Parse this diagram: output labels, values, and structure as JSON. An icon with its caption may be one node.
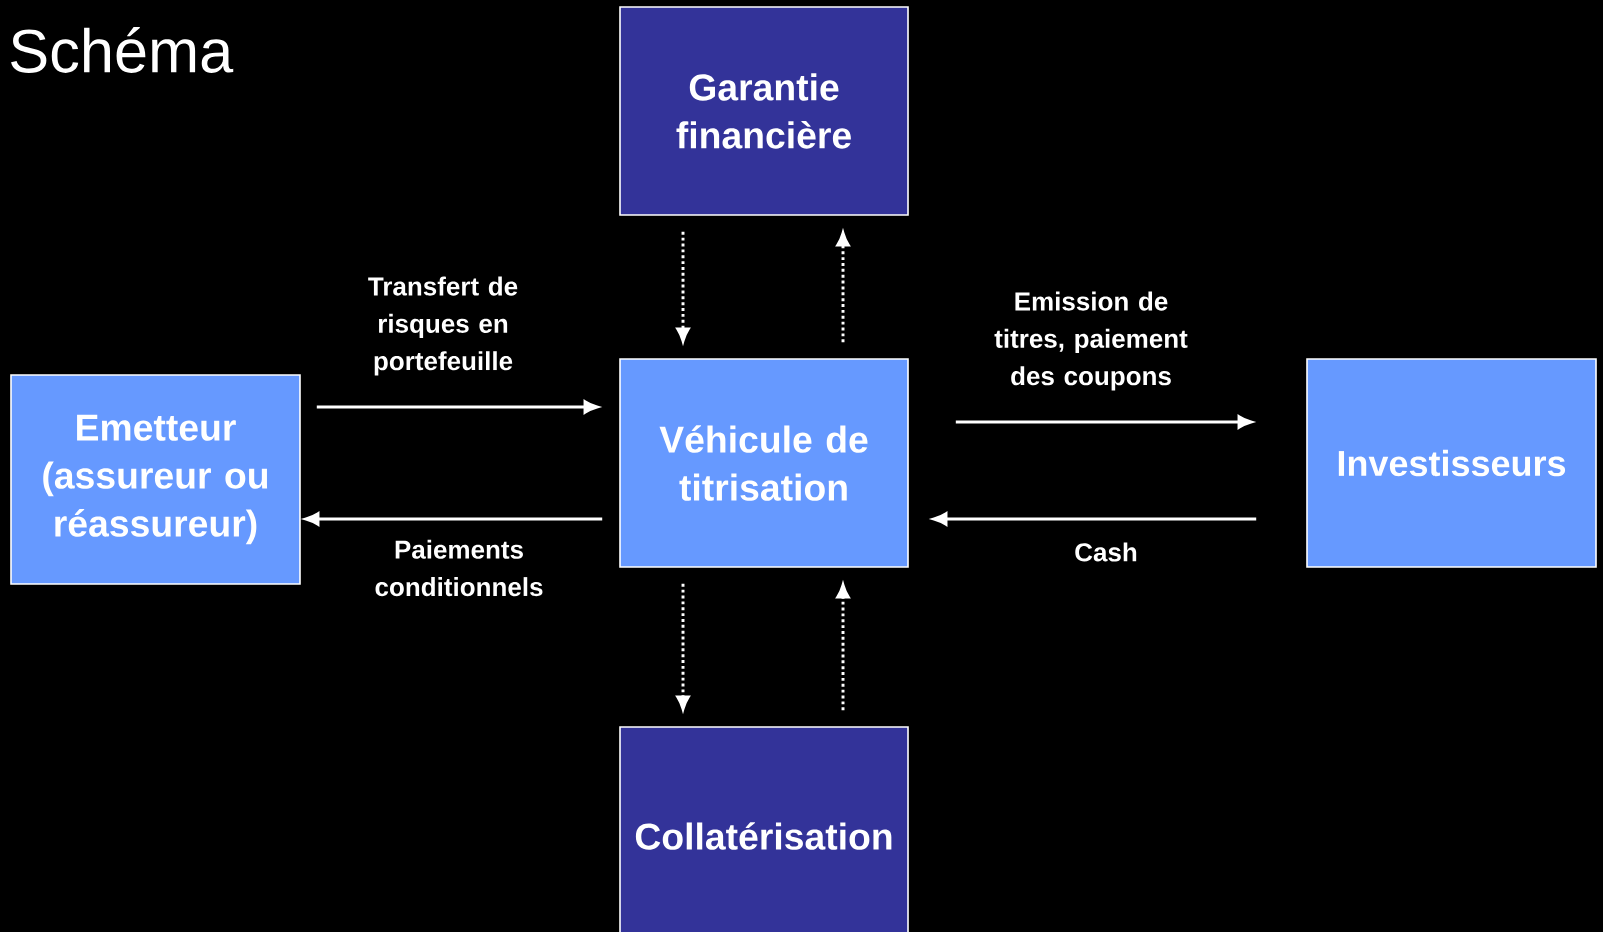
{
  "diagram": {
    "title": "Schéma",
    "nodes": [
      {
        "text": [
          "Garantie financière"
        ]
      },
      {
        "text": [
          "Emetteur (assureur ou réassureur)"
        ]
      },
      {
        "text": [
          "Véhicule de titrisation"
        ]
      },
      {
        "text": [
          "Investisseurs"
        ]
      },
      {
        "text": [
          "Collatérisation"
        ]
      }
    ],
    "edges": [
      {
        "from": 1,
        "to": 2,
        "arrow": "to",
        "label": "Transfert de risques en portefeuille"
      },
      {
        "from": 2,
        "to": 1,
        "arrow": "to",
        "label": "Paiements conditionnels"
      },
      {
        "from": 2,
        "to": 3,
        "arrow": "to",
        "label": "Emission de titres, paiement des coupons"
      },
      {
        "from": 3,
        "to": 2,
        "arrow": "to",
        "label": "Cash"
      },
      {
        "from": 0,
        "to": 2,
        "arrow": "to",
        "style": "dashed"
      },
      {
        "from": 2,
        "to": 0,
        "arrow": "to",
        "style": "dashed"
      },
      {
        "from": 2,
        "to": 4,
        "arrow": "to",
        "style": "dashed"
      },
      {
        "from": 4,
        "to": 2,
        "arrow": "to",
        "style": "dashed"
      }
    ]
  }
}
